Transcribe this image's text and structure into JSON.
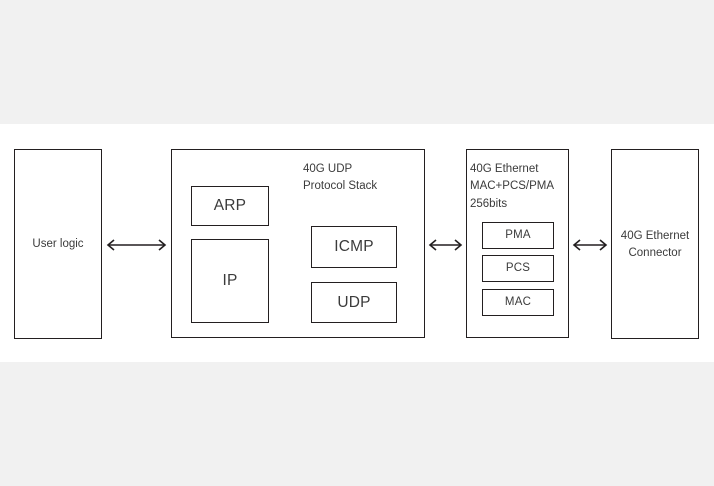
{
  "diagram": {
    "title": "40G UDP Protocol Stack block diagram",
    "background_color": "#f1f1f1",
    "band_color": "#ffffff",
    "line_color": "#231f20",
    "text_color": "#3b3b3b",
    "blocks": [
      {
        "id": "user-logic",
        "label": "User logic",
        "label_position": "center"
      },
      {
        "id": "udp-stack",
        "label": "40G UDP\nProtocol Stack",
        "label_position": "top",
        "children": [
          {
            "id": "arp",
            "label": "ARP"
          },
          {
            "id": "ip",
            "label": "IP"
          },
          {
            "id": "icmp",
            "label": "ICMP"
          },
          {
            "id": "udp",
            "label": "UDP"
          }
        ]
      },
      {
        "id": "eth-mac",
        "label": "40G Ethernet\nMAC+PCS/PMA\n256bits",
        "label_position": "top",
        "children": [
          {
            "id": "pma",
            "label": "PMA"
          },
          {
            "id": "pcs",
            "label": "PCS"
          },
          {
            "id": "mac",
            "label": "MAC"
          }
        ]
      },
      {
        "id": "eth-conn",
        "label": "40G Ethernet\nConnector",
        "label_position": "center"
      }
    ],
    "connectors": [
      {
        "id": "arrow-1",
        "from": "user-logic",
        "to": "udp-stack",
        "type": "double-arrow-icon"
      },
      {
        "id": "arrow-2",
        "from": "udp-stack",
        "to": "eth-mac",
        "type": "double-arrow-icon"
      },
      {
        "id": "arrow-3",
        "from": "eth-mac",
        "to": "eth-conn",
        "type": "double-arrow-icon"
      }
    ]
  }
}
